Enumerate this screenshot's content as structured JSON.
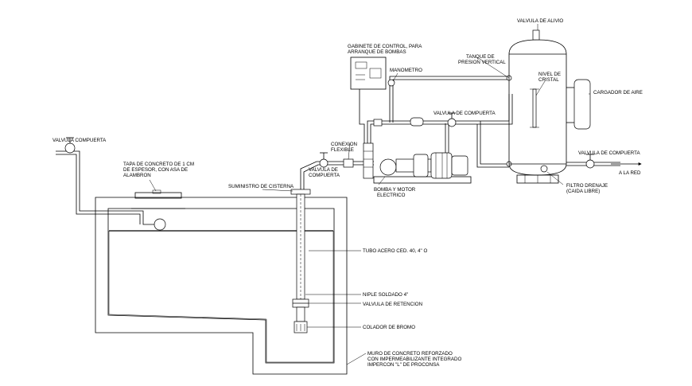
{
  "labels": {
    "valvula_compuerta_left": "VALVULA COMPUERTA",
    "tapa_line1": "TAPA DE CONCRETO DE 1 CM",
    "tapa_line2": "DE ESPESOR, CON ASA DE",
    "tapa_line3": "ALAMBRON",
    "suministro": "SUMINISTRO DE CISTERNA",
    "valvula_de_compuerta_mid_1": "VALVULA DE",
    "valvula_de_compuerta_mid_2": "COMPUERTA",
    "conexion_1": "CONEXION",
    "conexion_2": "FLEXIBLE",
    "bomba_1": "BOMBA Y MOTOR",
    "bomba_2": "ELECTRICO",
    "gabinete_1": "GABINETE DE CONTROL, PARA",
    "gabinete_2": "ARRANQUE DE BOMBAS",
    "manometro": "MANOMETRO",
    "valvula_compuerta_top": "VALVULA DE COMPUERTA",
    "tanque_1": "TANQUE DE",
    "tanque_2": "PRESION VERTICAL",
    "valvula_alivio": "VALVULA DE ALIVIO",
    "nivel_1": "NIVEL DE",
    "nivel_2": "CRISTAL",
    "cargador": "CARGADOR DE AIRE",
    "valvula_compuerta_right": "VALVULA DE COMPUERTA",
    "a_la_red": "A LA RED",
    "filtro_1": "FILTRO DRENAJE",
    "filtro_2": "(CAIDA LIBRE)",
    "tubo_acero": "TUBO ACERO CED. 40, 4\" O",
    "niple": "NIPLE SOLDADO 4\"",
    "valvula_retencion": "VALVULA DE RETENCION",
    "colador": "COLADOR DE BROMO",
    "muro_1": "MURO DE CONCRETO REFORZADO",
    "muro_2": "CON IMPERMEABILIZANTE INTEGRADO",
    "muro_3": "IMPERCON \"L\" DE PROCONSA"
  },
  "colors": {
    "ink": "#000000",
    "background": "#ffffff"
  }
}
